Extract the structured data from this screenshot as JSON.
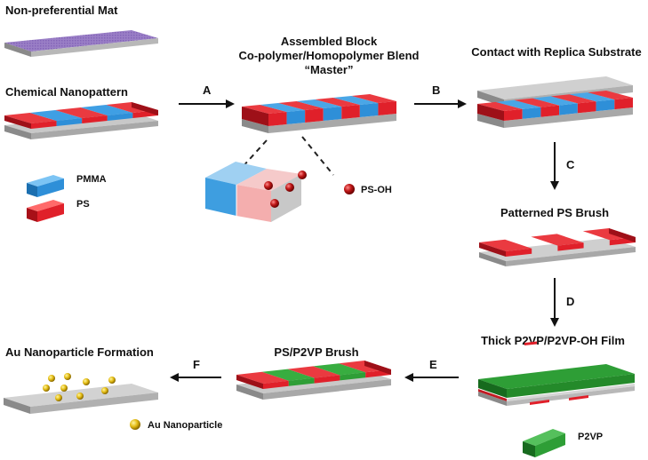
{
  "labels": {
    "non_preferential_mat": "Non-preferential Mat",
    "chemical_nanopattern": "Chemical Nanopattern",
    "assembled_line1": "Assembled Block",
    "assembled_line2": "Co-polymer/Homopolymer Blend",
    "assembled_line3": "“Master”",
    "contact_replica": "Contact with Replica Substrate",
    "patterned_ps_brush": "Patterned PS Brush",
    "thick_film": "Thick P2VP/P2VP-OH Film",
    "ps_p2vp_brush": "PS/P2VP Brush",
    "au_formation": "Au Nanoparticle Formation"
  },
  "legend": {
    "pmma": "PMMA",
    "ps": "PS",
    "ps_oh": "PS-OH",
    "p2vp": "P2VP",
    "au_nanoparticle": "Au Nanoparticle"
  },
  "steps": {
    "a": "A",
    "b": "B",
    "c": "C",
    "d": "D",
    "e": "E",
    "f": "F"
  },
  "colors": {
    "ps_red": "#e0202a",
    "pmma_blue": "#2e8fd8",
    "substrate_gray": "#d0d0d0",
    "mat_purple": "#9579c2",
    "p2vp_green": "#2e9e36",
    "gold": "#e8c21a"
  }
}
